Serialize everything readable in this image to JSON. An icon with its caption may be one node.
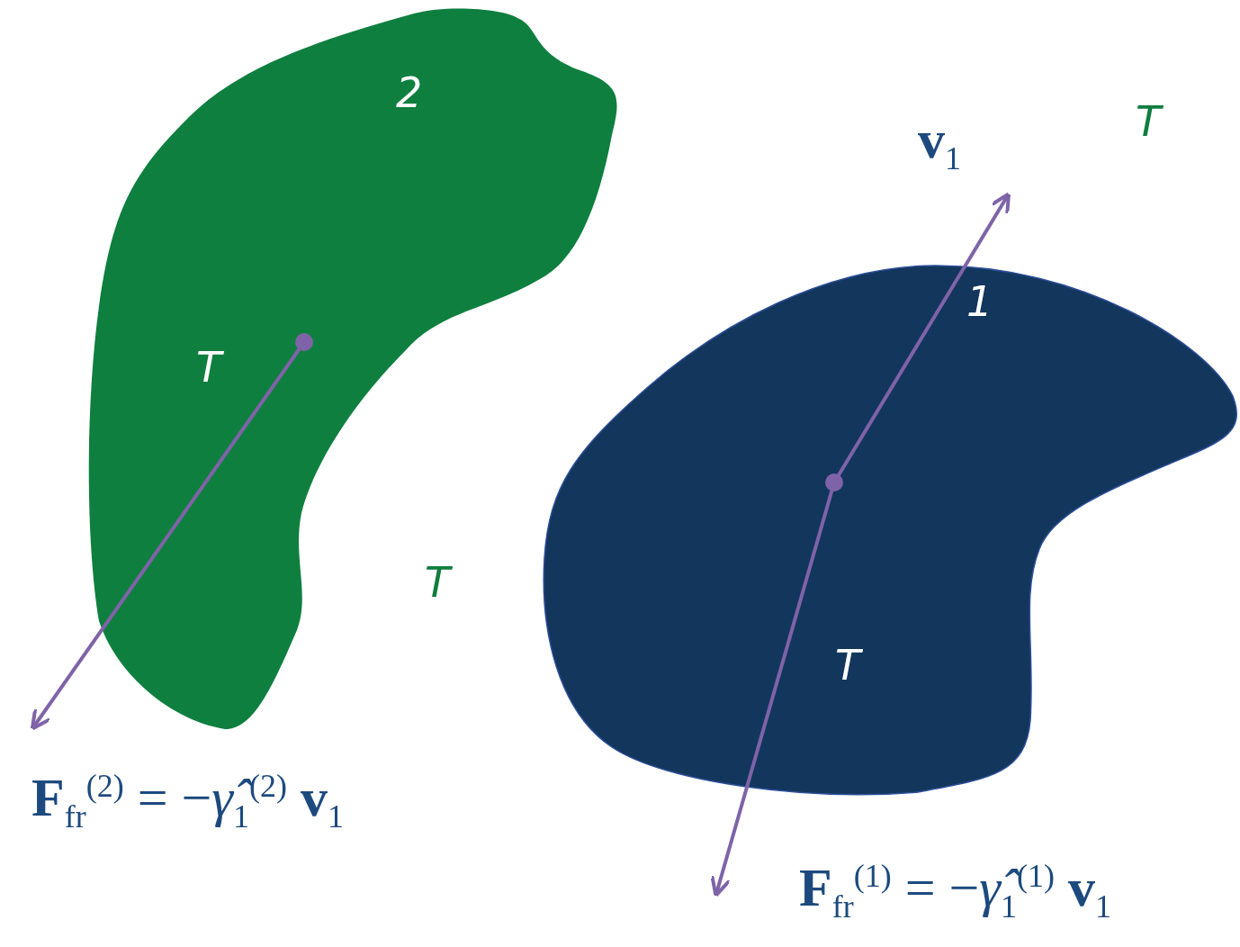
{
  "diagram": {
    "nodes": [
      {
        "text": [
          "2",
          "T"
        ]
      },
      {
        "text": [
          "1",
          "T"
        ]
      }
    ],
    "labels": [
      "T",
      "**v**$_{1}$",
      "T",
      "**F**$_{fr}$$^{(2)}$ = −*γ̂*$_{1}$$^{(2)}$ **v**$_{1}$",
      "**F**$_{fr}$$^{(1)}$ = −*γ̂*$_{1}$$^{(1)}$ **v**$_{1}$"
    ]
  }
}
